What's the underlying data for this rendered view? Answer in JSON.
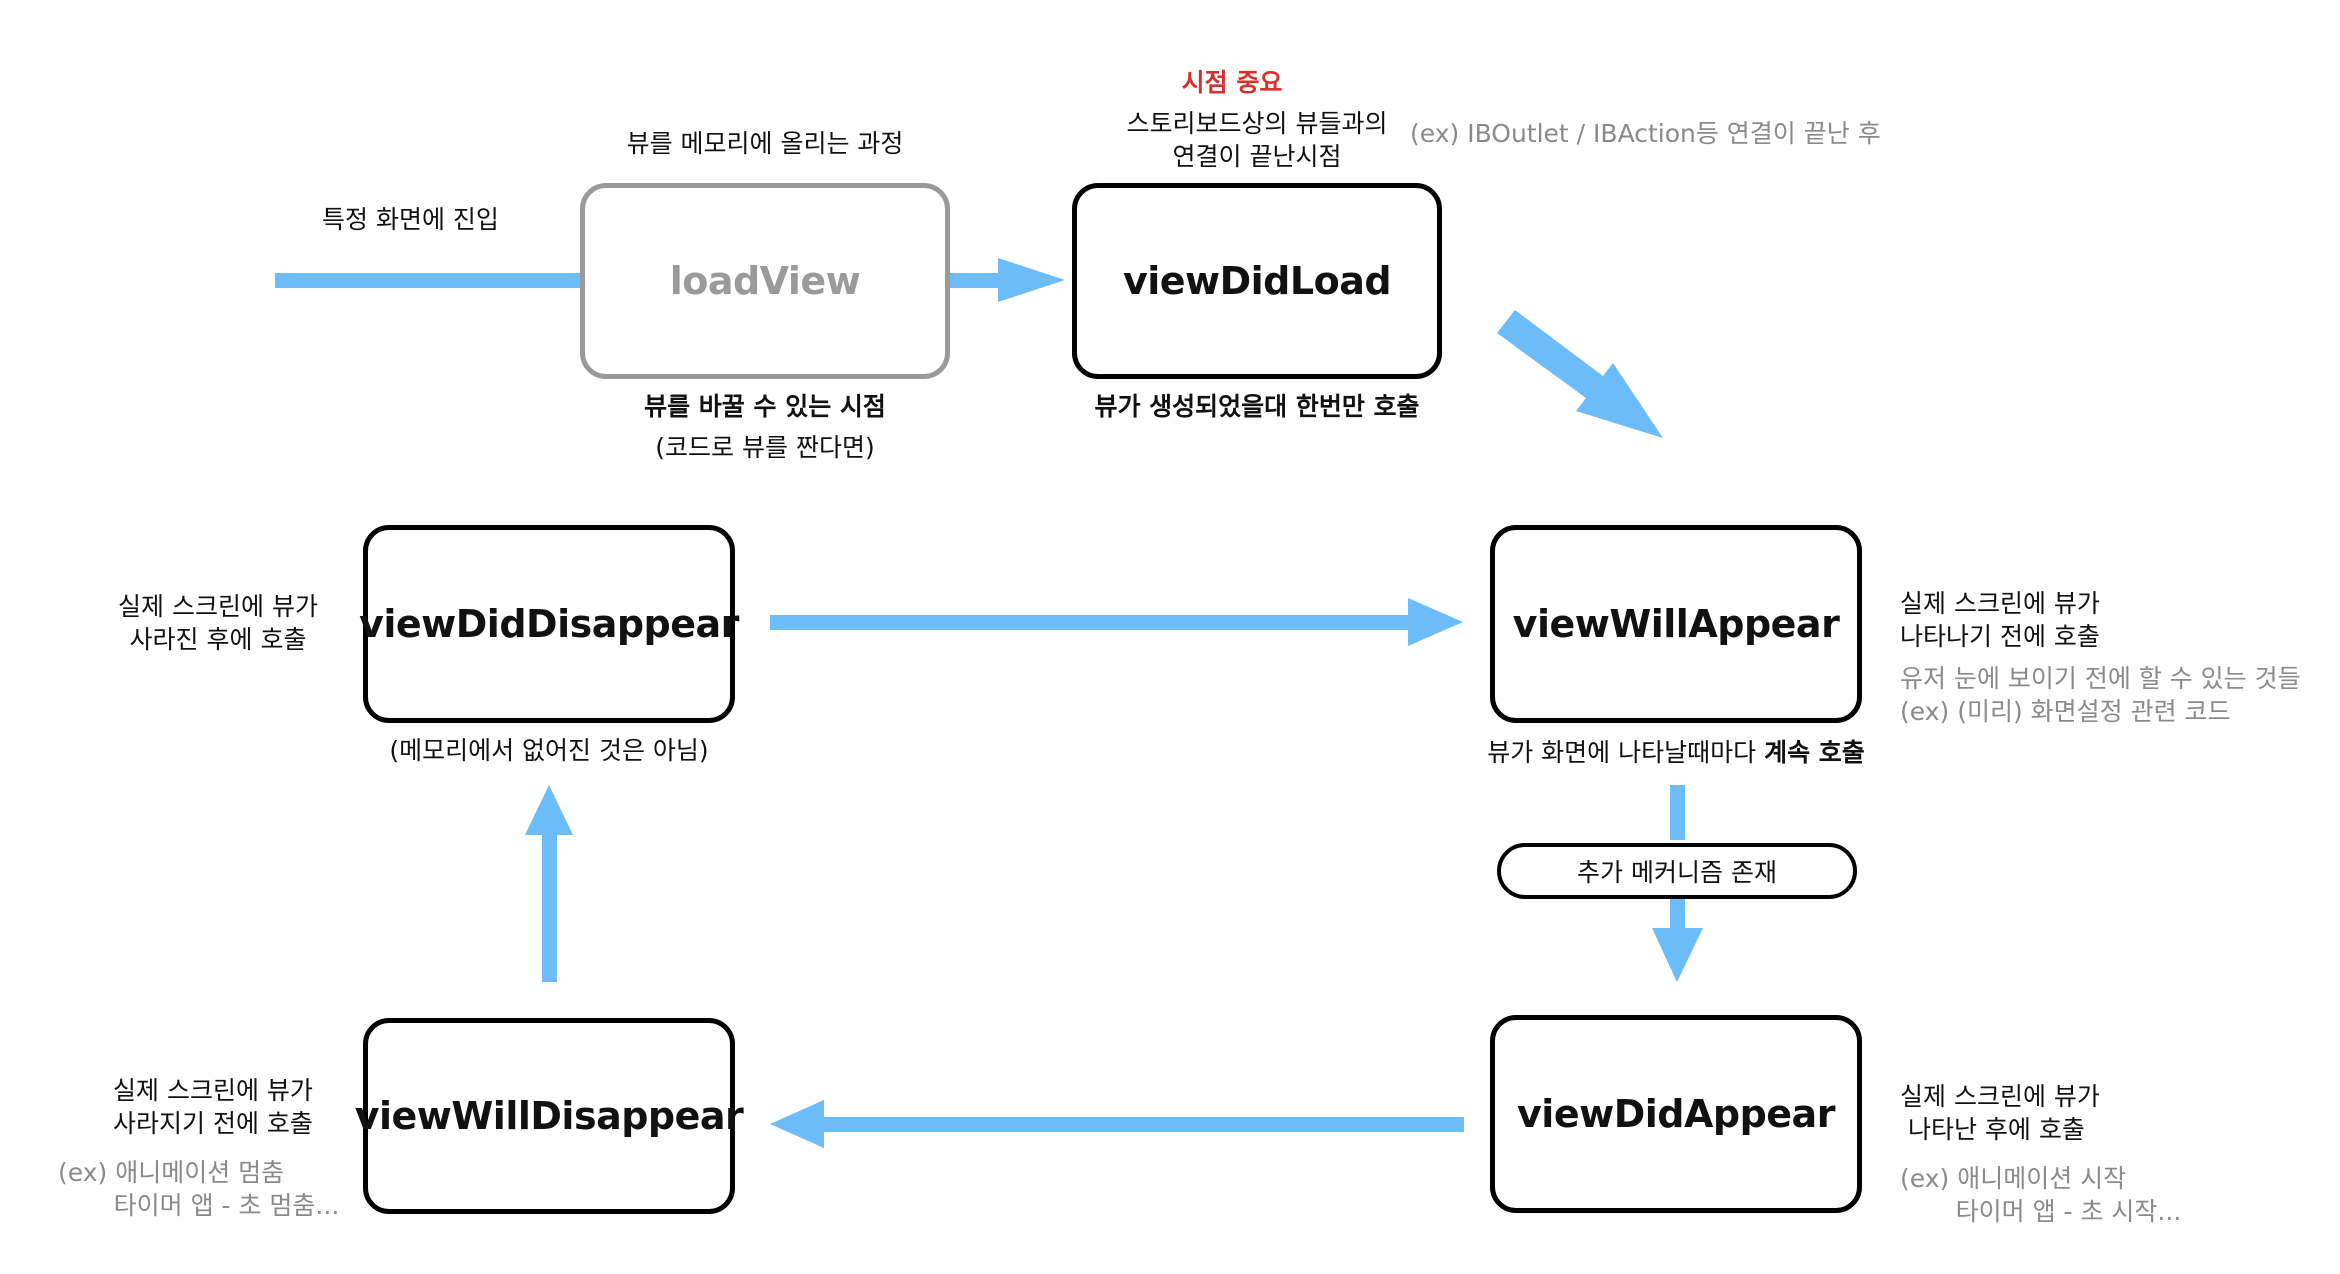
{
  "boxes": {
    "load_view": "loadView",
    "view_did_load": "viewDidLoad",
    "view_will_appear": "viewWillAppear",
    "view_did_appear": "viewDidAppear",
    "view_will_disappear": "viewWillDisappear",
    "view_did_disappear": "viewDidDisappear"
  },
  "labels": {
    "enter_screen": "특정 화면에 진입",
    "load_view_top": "뷰를 메모리에 올리는 과정",
    "load_view_bottom_bold": "뷰를 바꿀 수 있는 시점",
    "load_view_bottom": "(코드로 뷰를 짠다면)",
    "timing_important": "시점 중요",
    "did_load_top": "스토리보드상의 뷰들과의\n연결이 끝난시점",
    "did_load_ex": "(ex) IBOutlet / IBAction등 연결이 끝난 후",
    "did_load_bottom": "뷰가 생성되었을대 한번만 호출",
    "will_appear_right": "실제 스크린에 뷰가\n나타나기 전에 호출",
    "will_appear_note": "유저 눈에 보이기 전에 할 수 있는 것들\n(ex) (미리) 화면설정 관련 코드",
    "will_appear_bottom_plain": "뷰가 화면에 나타날때마다 ",
    "will_appear_bottom_bold": "계속 호출",
    "mechanism": "추가 메커니즘 존재",
    "did_appear_right": "실제 스크린에 뷰가\n 나타난 후에 호출",
    "did_appear_note": "(ex) 애니메이션 시작\n       타이머 앱 - 초 시작...",
    "will_disappear_left": "실제 스크린에 뷰가\n사라지기 전에 호출",
    "will_disappear_note": "(ex) 애니메이션 멈춤\n       타이머 앱 - 초 멈춤...",
    "did_disappear_left": "실제 스크린에 뷰가\n사라진 후에 호출",
    "did_disappear_bottom": "(메모리에서 없어진 것은 아님)"
  },
  "colors": {
    "arrow": "#6cbcf9",
    "emphasis": "#d8302b",
    "muted": "#8a8a8a"
  }
}
